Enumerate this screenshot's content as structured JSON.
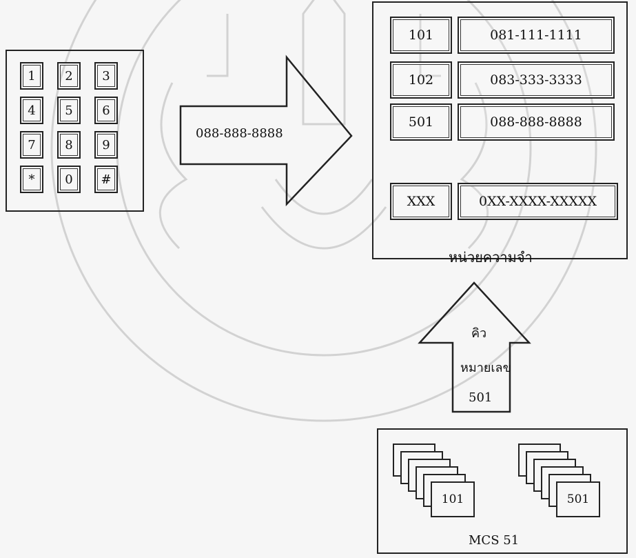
{
  "keypad": {
    "keys": [
      "1",
      "2",
      "3",
      "4",
      "5",
      "6",
      "7",
      "8",
      "9",
      "*",
      "0",
      "#"
    ]
  },
  "right_arrow": {
    "label": "088-888-8888"
  },
  "memory": {
    "rows": [
      {
        "id": "101",
        "phone": "081-111-1111"
      },
      {
        "id": "102",
        "phone": "083-333-3333"
      },
      {
        "id": "501",
        "phone": "088-888-8888"
      },
      {
        "id": "XXX",
        "phone": "0XX-XXXX-XXXXX"
      }
    ],
    "caption": "หน่วยความจำ"
  },
  "up_arrow": {
    "line1": "คิว",
    "line2": "หมายเลข",
    "line3": "501"
  },
  "mcs": {
    "stack_left_front": "101",
    "stack_right_front": "501",
    "caption": "MCS 51"
  },
  "colors": {
    "line": "#222222",
    "background": "#f6f6f6",
    "watermark": "#cfcfcf"
  }
}
